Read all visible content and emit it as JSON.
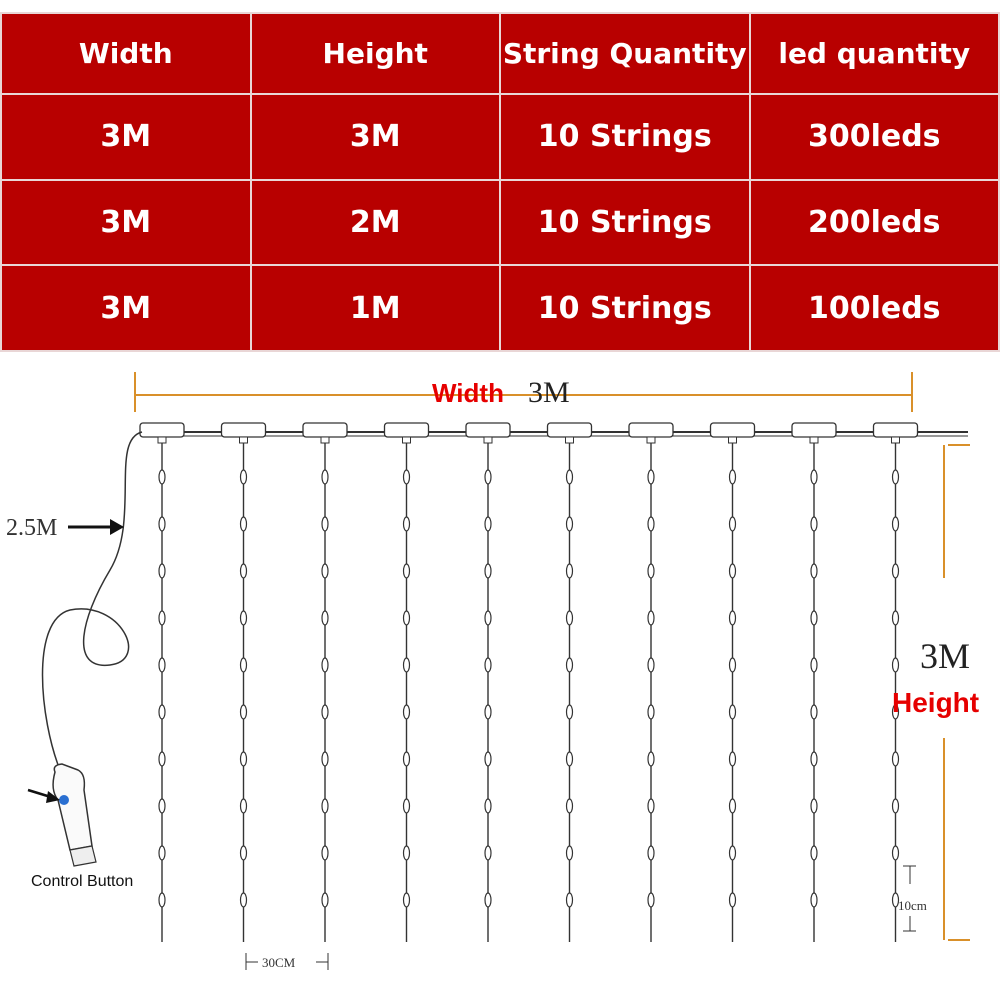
{
  "colors": {
    "table_bg": "#b80000",
    "accent_red": "#e60000",
    "dimension_line": "#d9902a",
    "wire": "#333333"
  },
  "table": {
    "headers": [
      "Width",
      "Height",
      "String Quantity",
      "led quantity"
    ],
    "rows": [
      [
        "3M",
        "3M",
        "10 Strings",
        "300leds"
      ],
      [
        "3M",
        "2M",
        "10 Strings",
        "200leds"
      ],
      [
        "3M",
        "1M",
        "10 Strings",
        "100leds"
      ]
    ]
  },
  "diagram": {
    "width_label": "Width",
    "width_value": "3M",
    "height_value": "3M",
    "height_label": "Height",
    "cable_length": "2.5M",
    "control_button_label": "Control Button",
    "string_spacing_label": "30CM",
    "bulb_spacing_label": "10cm",
    "string_count": 10,
    "usb_button_icon": "blue-dot-icon"
  }
}
